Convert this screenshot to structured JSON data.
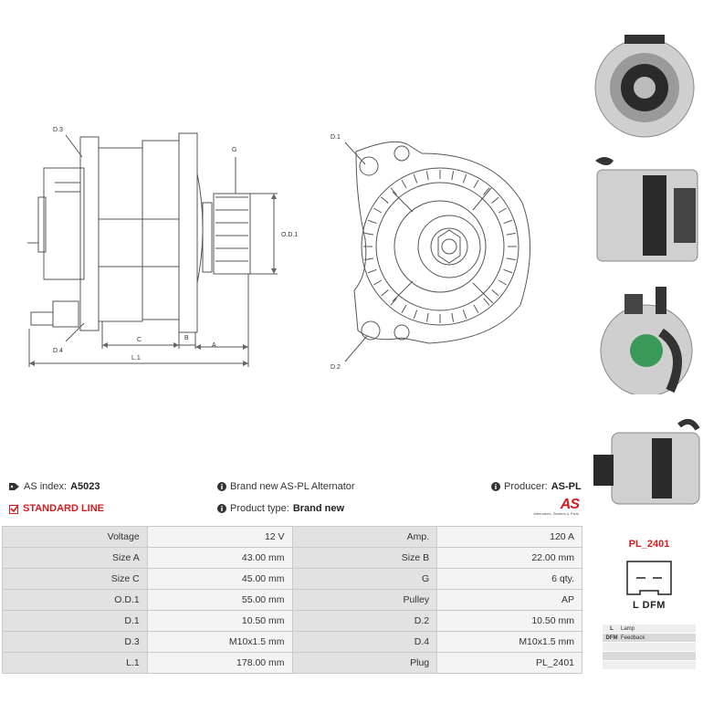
{
  "drawing_labels": {
    "d3": "D.3",
    "d4": "D.4",
    "g": "G",
    "od1": "O.D.1",
    "c": "C",
    "b": "B",
    "a": "A",
    "l1": "L.1",
    "d1": "D.1",
    "d2": "D.2"
  },
  "info": {
    "as_index_label": "AS index:",
    "as_index_value": "A5023",
    "line_label": "STANDARD LINE",
    "brand_text": "Brand new AS-PL Alternator",
    "product_type_label": "Product type:",
    "product_type_value": "Brand new",
    "producer_label": "Producer:",
    "producer_value": "AS-PL",
    "logo_text": "AS",
    "logo_tagline": "Alternators, Starters & Parts"
  },
  "specs": [
    {
      "k1": "Voltage",
      "v1": "12 V",
      "k2": "Amp.",
      "v2": "120 A"
    },
    {
      "k1": "Size A",
      "v1": "43.00 mm",
      "k2": "Size B",
      "v2": "22.00 mm"
    },
    {
      "k1": "Size C",
      "v1": "45.00 mm",
      "k2": "G",
      "v2": "6 qty."
    },
    {
      "k1": "O.D.1",
      "v1": "55.00 mm",
      "k2": "Pulley",
      "v2": "AP"
    },
    {
      "k1": "D.1",
      "v1": "10.50 mm",
      "k2": "D.2",
      "v2": "10.50 mm"
    },
    {
      "k1": "D.3",
      "v1": "M10x1.5 mm",
      "k2": "D.4",
      "v2": "M10x1.5 mm"
    },
    {
      "k1": "L.1",
      "v1": "178.00 mm",
      "k2": "Plug",
      "v2": "PL_2401"
    }
  ],
  "plug": {
    "title": "PL_2401",
    "pins": "L  DFM",
    "legend": [
      {
        "code": "L",
        "desc": "Lamp"
      },
      {
        "code": "DFM",
        "desc": "Feedback"
      },
      {
        "code": "",
        "desc": ""
      },
      {
        "code": "",
        "desc": ""
      },
      {
        "code": "",
        "desc": ""
      }
    ]
  },
  "icons": {
    "tag": "tag-icon",
    "check": "checkbox-icon",
    "info": "info-circle-icon",
    "accent": "#d71920"
  }
}
